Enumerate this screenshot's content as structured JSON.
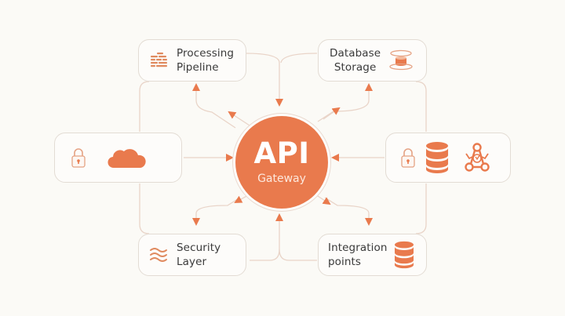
{
  "colors": {
    "accent": "#e97a4d",
    "background": "#fbfaf6",
    "node_border": "#e3dcd4",
    "wire": "#e9d4c8",
    "text": "#3a3a3a"
  },
  "hub": {
    "title": "API",
    "subtitle": "Gateway"
  },
  "nodes": {
    "processing": {
      "line1": "Processing",
      "line2": "Pipeline",
      "icon": "stacked-bars-icon"
    },
    "database": {
      "line1": "Database",
      "line2": "Storage",
      "icon": "database-disk-icon"
    },
    "client": {
      "icons": [
        "lock-icon",
        "cloud-icon"
      ]
    },
    "services": {
      "icons": [
        "lock-icon",
        "database-icon",
        "network-nodes-icon"
      ]
    },
    "security": {
      "line1": "Security",
      "line2": "Layer",
      "icon": "waves-icon"
    },
    "integration": {
      "line1": "Integration",
      "line2": "points",
      "icon": "database-icon"
    }
  }
}
